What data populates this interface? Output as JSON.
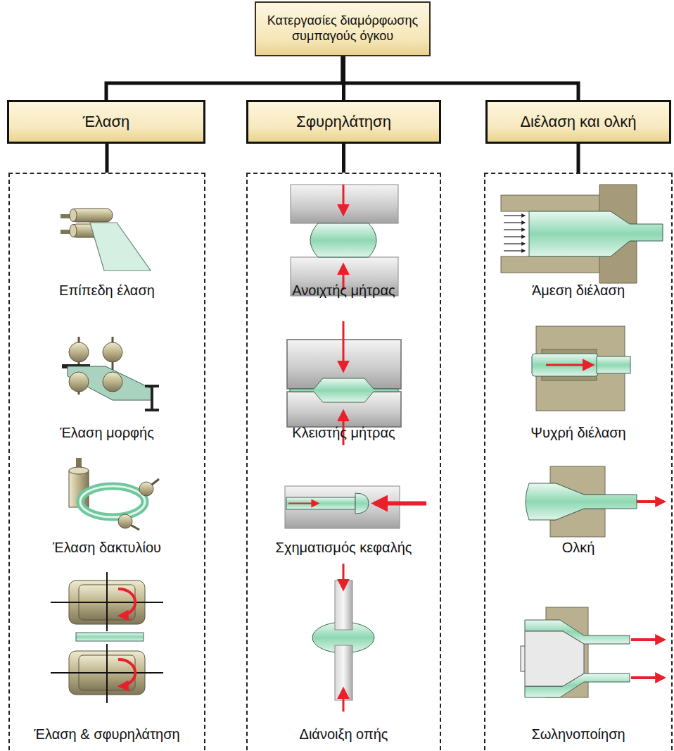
{
  "diagram": {
    "nodes": [
      {
        "text": [
          "Κατεργασίες διαμόρφωσης συμπαγούς όγκου"
        ]
      },
      {
        "text": [
          "Έλαση"
        ]
      },
      {
        "text": [
          "Σφυρηλάτηση"
        ]
      },
      {
        "text": [
          "Διέλαση και ολκή"
        ]
      },
      {
        "text": [
          "Επίπεδη έλαση",
          "Έλαση μορφής",
          "Έλαση δακτυλίου",
          "Έλαση & σφυρηλάτηση"
        ]
      },
      {
        "text": [
          "Ανοιχτής μήτρας",
          "Κλειστής μήτρας",
          "Σχηματισμός κεφαλής",
          "Διάνοιξη οπής"
        ]
      },
      {
        "text": [
          "Άμεση διέλαση",
          "Ψυχρή διέλαση",
          "Ολκή",
          "Σωληνοποίηση"
        ]
      }
    ],
    "edges": [
      {
        "from": 0,
        "to": 1,
        "arrow": "none"
      },
      {
        "from": 0,
        "to": 2,
        "arrow": "none"
      },
      {
        "from": 0,
        "to": 3,
        "arrow": "none"
      },
      {
        "from": 1,
        "to": 4,
        "arrow": "none"
      },
      {
        "from": 2,
        "to": 5,
        "arrow": "none"
      },
      {
        "from": 3,
        "to": 6,
        "arrow": "none"
      }
    ]
  }
}
